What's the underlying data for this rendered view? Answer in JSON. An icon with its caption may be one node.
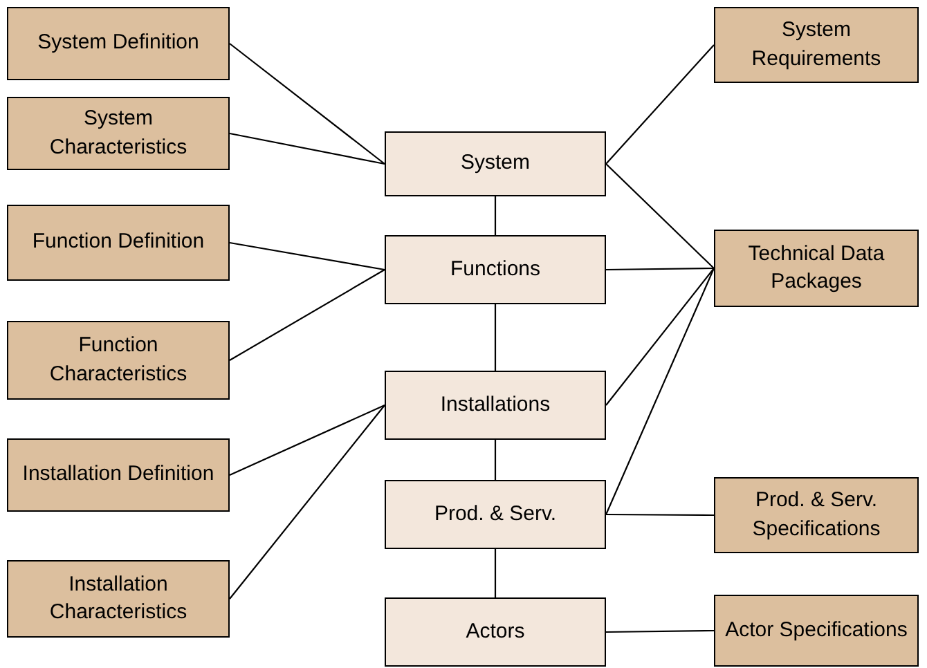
{
  "diagram": {
    "nodes": [
      {
        "text": [
          "System Definition"
        ]
      },
      {
        "text": [
          "System Requirements"
        ]
      },
      {
        "text": [
          "System"
        ]
      },
      {
        "text": [
          "System Characteristics"
        ]
      },
      {
        "text": [
          "Function Definition"
        ]
      },
      {
        "text": [
          "Functions"
        ]
      },
      {
        "text": [
          "Technical Data Packages"
        ]
      },
      {
        "text": [
          "Function Characteristics"
        ]
      },
      {
        "text": [
          "Installations"
        ]
      },
      {
        "text": [
          "Installation Definition"
        ]
      },
      {
        "text": [
          "Prod. & Serv."
        ]
      },
      {
        "text": [
          "Prod. & Serv. Specifications"
        ]
      },
      {
        "text": [
          "Installation Characteristics"
        ]
      },
      {
        "text": [
          "Actors"
        ]
      },
      {
        "text": [
          "Actor Specifications"
        ]
      }
    ],
    "edges": [
      {
        "from": 0,
        "to": 2,
        "arrow": "none"
      },
      {
        "from": 3,
        "to": 2,
        "arrow": "none"
      },
      {
        "from": 2,
        "to": 1,
        "arrow": "none"
      },
      {
        "from": 2,
        "to": 6,
        "arrow": "none"
      },
      {
        "from": 2,
        "to": 5,
        "arrow": "none"
      },
      {
        "from": 4,
        "to": 5,
        "arrow": "none"
      },
      {
        "from": 7,
        "to": 5,
        "arrow": "none"
      },
      {
        "from": 5,
        "to": 6,
        "arrow": "none"
      },
      {
        "from": 5,
        "to": 8,
        "arrow": "none"
      },
      {
        "from": 9,
        "to": 8,
        "arrow": "none"
      },
      {
        "from": 12,
        "to": 8,
        "arrow": "none"
      },
      {
        "from": 8,
        "to": 6,
        "arrow": "none"
      },
      {
        "from": 8,
        "to": 10,
        "arrow": "none"
      },
      {
        "from": 10,
        "to": 6,
        "arrow": "none"
      },
      {
        "from": 10,
        "to": 11,
        "arrow": "none"
      },
      {
        "from": 10,
        "to": 13,
        "arrow": "none"
      },
      {
        "from": 13,
        "to": 14,
        "arrow": "none"
      }
    ]
  }
}
